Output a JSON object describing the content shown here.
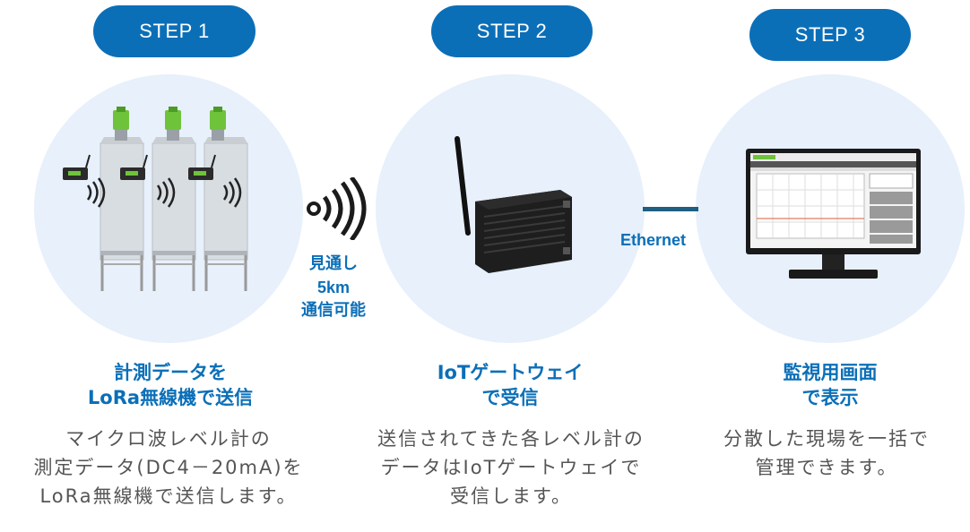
{
  "steps": [
    {
      "label": "STEP 1",
      "title_lines": [
        "計測データを",
        "LoRa無線機で送信"
      ],
      "desc_lines": [
        "マイクロ波レベル計の",
        "測定データ(DC4－20mA)を",
        "LoRa無線機で送信します。"
      ]
    },
    {
      "label": "STEP 2",
      "title_lines": [
        "IoTゲートウェイ",
        "で受信"
      ],
      "desc_lines": [
        "送信されてきた各レベル計の",
        "データはIoTゲートウェイで",
        "受信します。"
      ]
    },
    {
      "label": "STEP 3",
      "title_lines": [
        "監視用画面",
        "で表示"
      ],
      "desc_lines": [
        "分散した現場を一括で",
        "管理できます。"
      ]
    }
  ],
  "wireless_note": [
    "見通し",
    "5km",
    "通信可能"
  ],
  "connection_label": "Ethernet",
  "colors": {
    "accent": "#0b6fb8",
    "circle": "#e7f0fb",
    "device_green": "#6fc33b",
    "line": "#1e5f82"
  }
}
